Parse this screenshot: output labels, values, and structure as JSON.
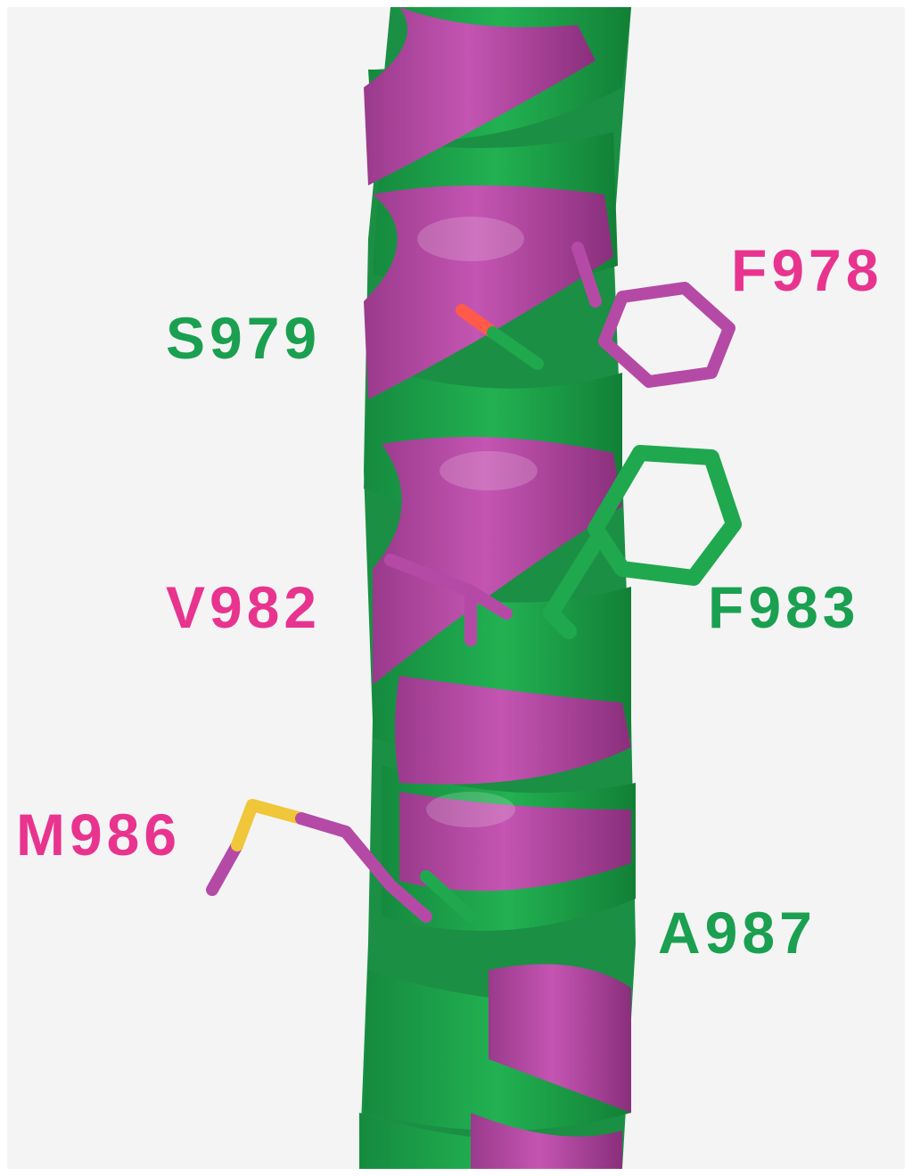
{
  "colors": {
    "background": "#f4f4f4",
    "helix_magenta": "#c24fb0",
    "helix_green": "#1fa84e",
    "label_magenta": "#e8348f",
    "label_green": "#1aa050",
    "oxygen_red": "#ff5a4a",
    "sulfur_yellow": "#f0c63a"
  },
  "residues": {
    "f978": {
      "text": "F978",
      "structure": "magenta",
      "sidechain": "phenyl-ring"
    },
    "s979": {
      "text": "S979",
      "structure": "green",
      "sidechain": "hydroxyl"
    },
    "v982": {
      "text": "V982",
      "structure": "magenta",
      "sidechain": "branched"
    },
    "f983": {
      "text": "F983",
      "structure": "green",
      "sidechain": "phenyl-ring"
    },
    "m986": {
      "text": "M986",
      "structure": "magenta",
      "sidechain": "thioether"
    },
    "a987": {
      "text": "A987",
      "structure": "green",
      "sidechain": "methyl"
    }
  }
}
